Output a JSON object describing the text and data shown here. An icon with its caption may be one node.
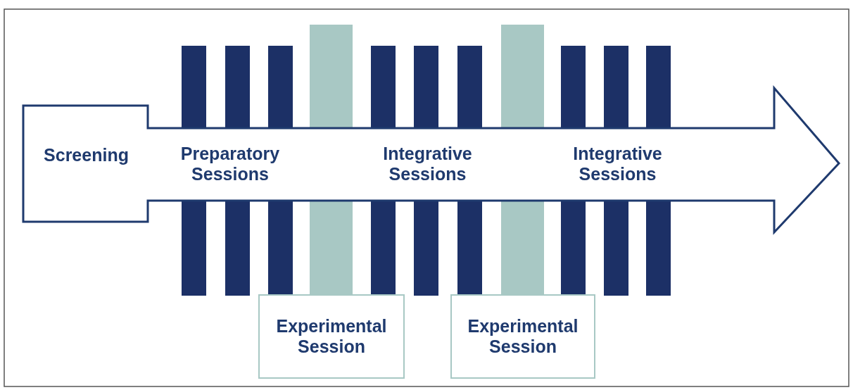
{
  "diagram": {
    "nodes": [
      {
        "text": [],
        "shape": "arrow"
      },
      {
        "text": [
          "Screening"
        ],
        "in": 0
      },
      {
        "text": [
          "Preparatory Sessions"
        ],
        "in": 0
      },
      {
        "text": [
          "Integrative Sessions"
        ],
        "in": 0
      },
      {
        "text": [
          "Integrative Sessions"
        ],
        "in": 0
      },
      {
        "text": [
          "Experimental Session"
        ]
      },
      {
        "text": [
          "Experimental Session"
        ]
      }
    ]
  }
}
